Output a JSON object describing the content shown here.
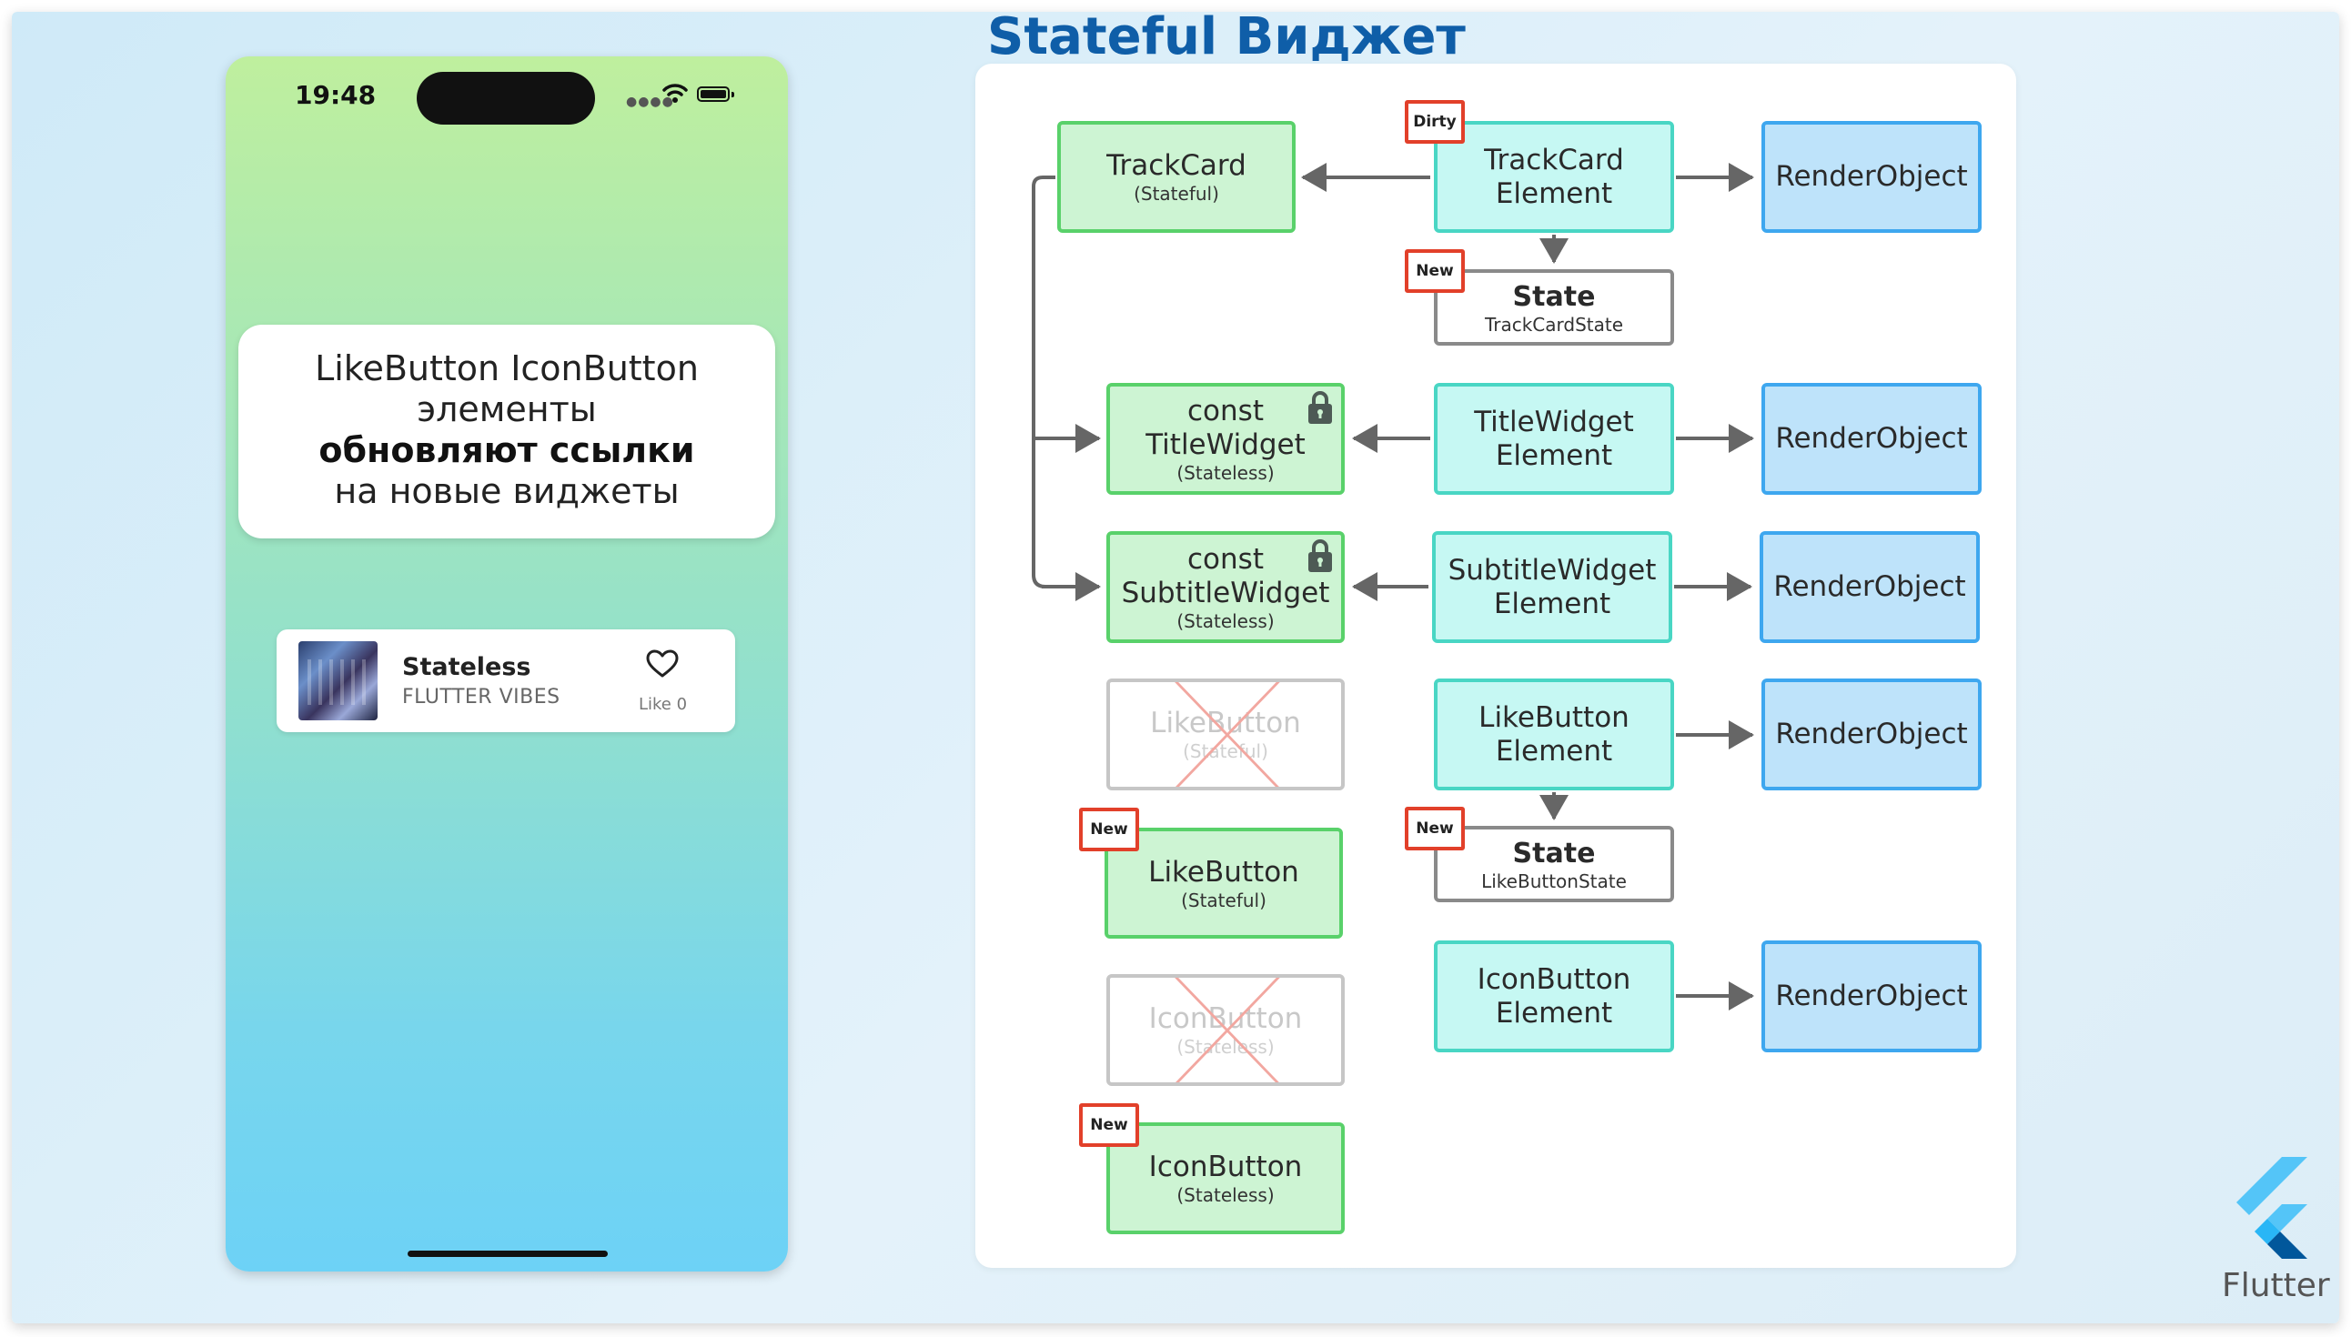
{
  "title": "Stateful Виджет",
  "phone": {
    "time": "19:48",
    "callout": {
      "line1": "LikeButton IconButton",
      "line2": "элементы",
      "line3_bold": "обновляют ссылки",
      "line4": "на новые виджеты"
    },
    "track_card": {
      "title": "Stateless",
      "subtitle": "FLUTTER VIBES",
      "like_label": "Like 0"
    }
  },
  "diagram": {
    "widgets": {
      "trackcard": {
        "name": "TrackCard",
        "kind": "(Stateful)"
      },
      "title": {
        "prefix": "const",
        "name": "TitleWidget",
        "kind": "(Stateless)"
      },
      "subtitle": {
        "prefix": "const",
        "name": "SubtitleWidget",
        "kind": "(Stateless)"
      },
      "likebutton_old": {
        "name": "LikeButton",
        "kind": "(Stateful)"
      },
      "likebutton_new": {
        "name": "LikeButton",
        "kind": "(Stateful)"
      },
      "iconbutton_old": {
        "name": "IconButton",
        "kind": "(Stateless)"
      },
      "iconbutton_new": {
        "name": "IconButton",
        "kind": "(Stateless)"
      }
    },
    "elements": {
      "trackcard": {
        "line1": "TrackCard",
        "line2": "Element"
      },
      "title": {
        "line1": "TitleWidget",
        "line2": "Element"
      },
      "subtitle": {
        "line1": "SubtitleWidget",
        "line2": "Element"
      },
      "likebutton": {
        "line1": "LikeButton",
        "line2": "Element"
      },
      "iconbutton": {
        "line1": "IconButton",
        "line2": "Element"
      }
    },
    "states": {
      "trackcard": {
        "name": "State",
        "class": "TrackCardState"
      },
      "likebutton": {
        "name": "State",
        "class": "LikeButtonState"
      }
    },
    "render_label": "RenderObject",
    "tags": {
      "dirty": "Dirty",
      "new": "New"
    },
    "colors": {
      "widget_fill": "#cdf4d3",
      "widget_border": "#59d16a",
      "element_fill": "#c6f8f3",
      "element_border": "#49d6c4",
      "render_fill": "#bee3fa",
      "render_border": "#3ea7ef",
      "tag_border": "#e2402a",
      "title": "#0f5ea8"
    }
  },
  "brand": {
    "label": "Flutter"
  }
}
